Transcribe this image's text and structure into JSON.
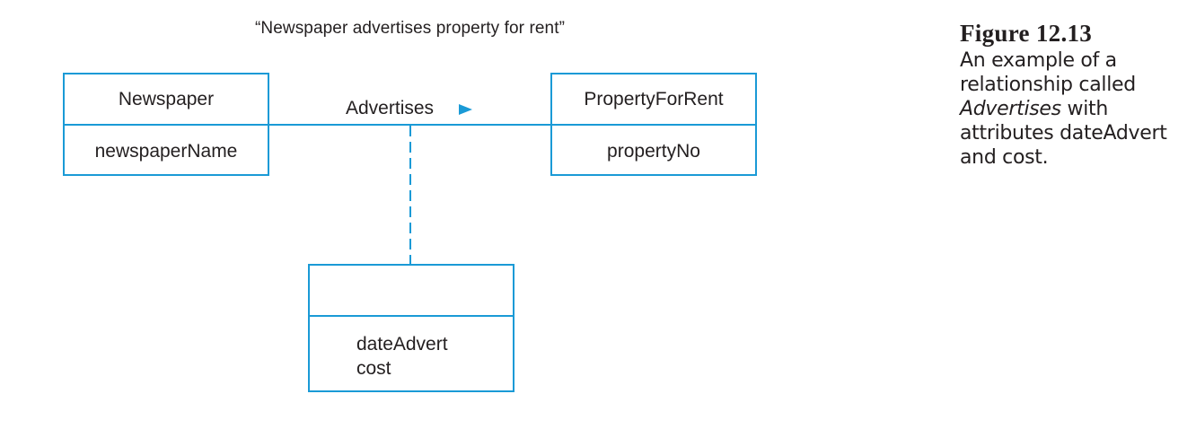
{
  "title": "“Newspaper advertises property for rent”",
  "entities": {
    "left": {
      "name": "Newspaper",
      "attribute": "newspaperName"
    },
    "right": {
      "name": "PropertyForRent",
      "attribute": "propertyNo"
    },
    "association_class": {
      "name": "",
      "attributes": [
        "dateAdvert",
        "cost"
      ]
    }
  },
  "relationship": {
    "label": "Advertises",
    "direction": "left-to-right"
  },
  "caption": {
    "figure": "Figure 12.13",
    "text_before": "An example of a relationship called ",
    "text_italic": "Advertises",
    "text_after": " with attributes dateAdvert and cost."
  },
  "colors": {
    "line": "#1a9ad6",
    "text": "#231f20"
  }
}
